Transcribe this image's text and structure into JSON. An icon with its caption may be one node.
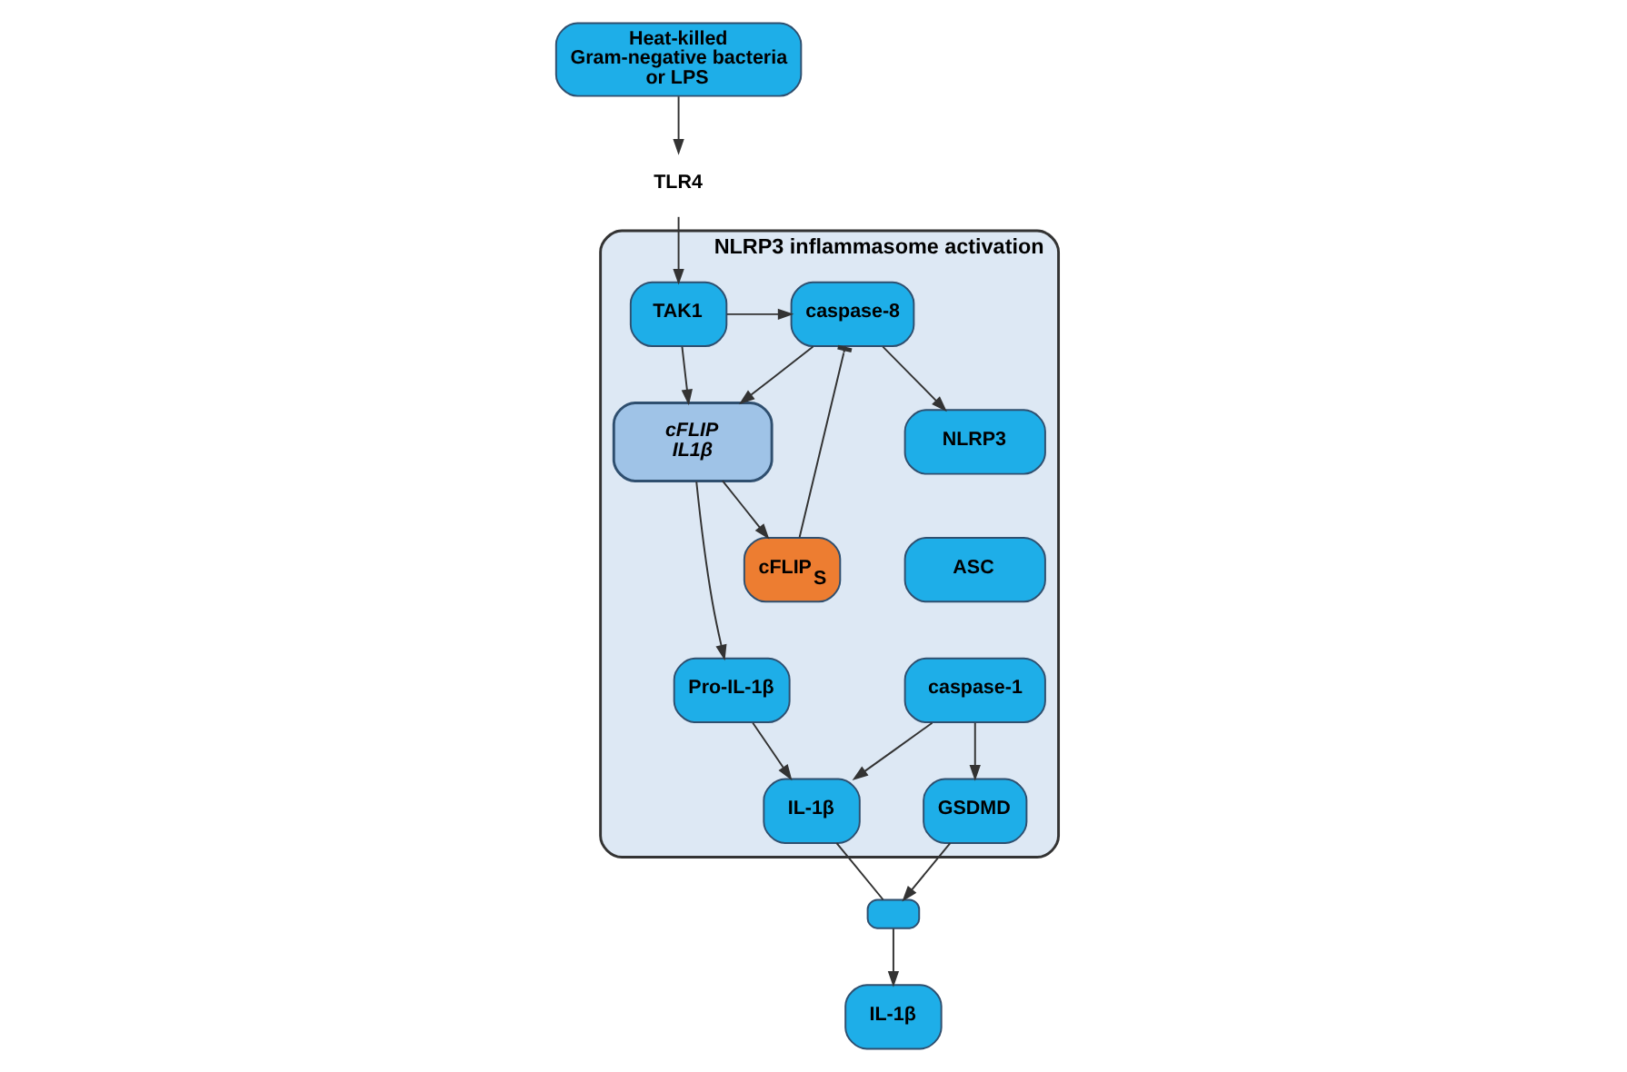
{
  "diagram": {
    "nodes": [
      {
        "text": [
          "Heat-killed Gram-negative bacteria or LPS"
        ]
      },
      {
        "text": [
          "NLRP3 inflammasome activation"
        ]
      },
      {
        "text": [
          "TLR4"
        ]
      },
      {
        "text": [
          "TAK1"
        ],
        "in": 1
      },
      {
        "text": [
          "caspase-8"
        ],
        "in": 1
      },
      {
        "text": [
          "cFLIP",
          "IL1β"
        ],
        "in": 1
      },
      {
        "text": [
          "cFLIP$_{S}$"
        ],
        "in": 1
      },
      {
        "text": [
          "NLRP3"
        ],
        "in": 1
      },
      {
        "text": [
          "ASC"
        ],
        "in": 1
      },
      {
        "text": [
          "caspase-1"
        ],
        "in": 1
      },
      {
        "text": [
          "GSDMD"
        ],
        "in": 1
      },
      {
        "text": [
          "Pro-IL-1β"
        ],
        "in": 1
      },
      {
        "text": [
          "IL-1β"
        ],
        "in": 1
      },
      {
        "text": [],
        "shape": "box"
      },
      {
        "text": [
          "IL-1β"
        ]
      }
    ],
    "edges": [
      {
        "from": 0,
        "to": 2,
        "arrow": "to"
      },
      {
        "from": 2,
        "to": 3,
        "arrow": "to"
      },
      {
        "from": 3,
        "to": 4,
        "arrow": "to"
      },
      {
        "from": 3,
        "to": 5,
        "arrow": "to"
      },
      {
        "from": 4,
        "to": 5,
        "arrow": "to"
      },
      {
        "from": 5,
        "to": 6,
        "arrow": "to"
      },
      {
        "from": 6,
        "to": 4,
        "arrow": "other"
      },
      {
        "from": 4,
        "to": 7,
        "arrow": "to"
      },
      {
        "from": 9,
        "to": 10,
        "arrow": "to"
      },
      {
        "from": 5,
        "to": 11,
        "arrow": "to"
      },
      {
        "from": 11,
        "to": 12,
        "arrow": "to"
      },
      {
        "from": 9,
        "to": 12,
        "arrow": "to"
      },
      {
        "from": 10,
        "to": 13,
        "arrow": "to"
      },
      {
        "from": 12,
        "to": 13,
        "arrow": "none"
      },
      {
        "from": 13,
        "to": 14,
        "arrow": "to"
      }
    ]
  }
}
